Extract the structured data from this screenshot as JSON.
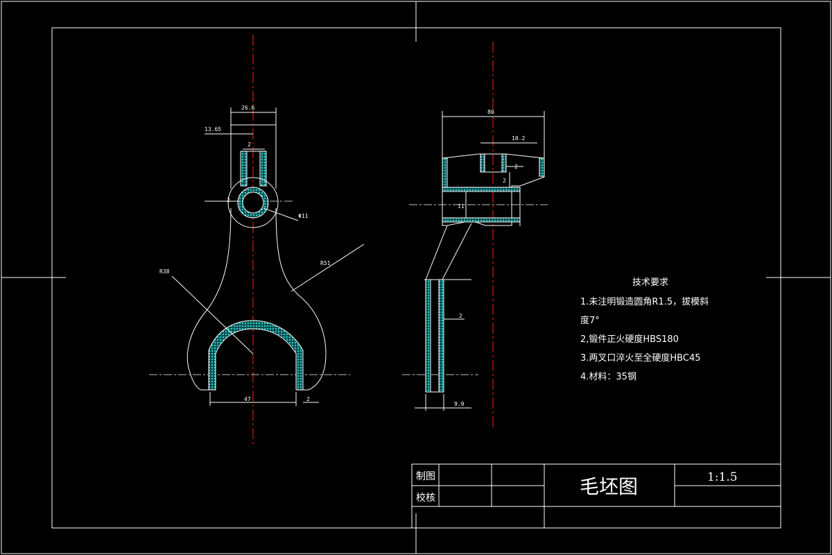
{
  "tech_requirements": {
    "title": "技术要求",
    "lines": [
      "1.未注明锻造圆角R1.5，拔模斜",
      "度7°",
      "2,锻件正火硬度HBS180",
      "3.两叉口淬火至全硬度HBC45",
      "4.材料：35钢"
    ]
  },
  "title_block": {
    "drawn_label": "制图",
    "checked_label": "校核",
    "drawing_name": "毛坯图",
    "scale": "1:1.5"
  },
  "dimensions": {
    "top_width": "26.6",
    "offset": "13.65",
    "wall_2a": "2",
    "wall_2b": "2",
    "bore": "Φ11",
    "r38": "R38",
    "r51": "R51",
    "fork_width": "47",
    "fork_wall": "2",
    "side_total": "80",
    "side_slot": "10.2",
    "side_wall_a": "2",
    "side_wall_b": "2",
    "side_wall_c": "2",
    "side_hole": "11",
    "side_bottom": "9.9"
  },
  "colors": {
    "line": "#ffffff",
    "centerline": "#e01818",
    "hatch": "#2fd4d4",
    "background": "#000000"
  }
}
